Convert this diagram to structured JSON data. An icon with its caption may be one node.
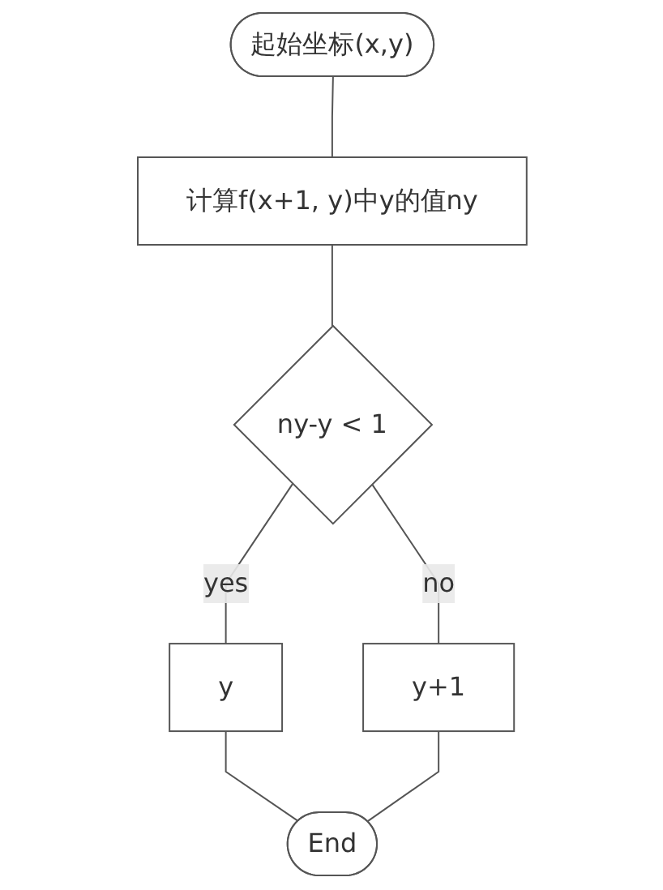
{
  "diagram": {
    "nodes": [
      {
        "text": [
          "起始坐标(x,y)"
        ]
      },
      {
        "text": [
          "计算f(x+1, y)中y的值ny"
        ]
      },
      {
        "text": [
          "ny-y < 1"
        ]
      },
      {
        "text": [
          "y+1"
        ]
      },
      {
        "text": [
          "y"
        ]
      },
      {
        "text": [
          "End"
        ]
      }
    ],
    "edges": [
      {
        "from": 0,
        "to": 1,
        "arrow": "none"
      },
      {
        "from": 1,
        "to": 2,
        "arrow": "none"
      },
      {
        "from": 2,
        "to": 3,
        "label": "no",
        "arrow": "none"
      },
      {
        "from": 2,
        "to": 4,
        "label": "yes",
        "arrow": "none"
      },
      {
        "from": 4,
        "to": 5,
        "arrow": "none"
      },
      {
        "from": 3,
        "to": 5,
        "arrow": "none"
      }
    ]
  }
}
